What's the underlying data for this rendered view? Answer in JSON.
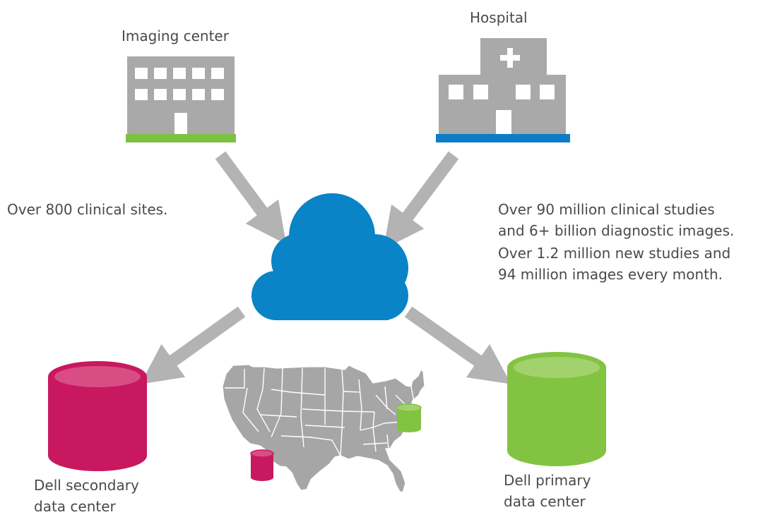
{
  "nodes": {
    "imaging_center": {
      "label": "Imaging center"
    },
    "hospital": {
      "label": "Hospital"
    },
    "secondary_dc": {
      "line1": "Dell secondary",
      "line2": "data center"
    },
    "primary_dc": {
      "line1": "Dell primary",
      "line2": "data center"
    }
  },
  "annotations": {
    "sites": "Over 800 clinical sites.",
    "studies_line1": "Over 90 million clinical studies",
    "studies_line2": "and 6+ billion diagnostic images.",
    "monthly_line1": "Over 1.2 million new studies and",
    "monthly_line2": "94 million images every month."
  },
  "colors": {
    "building_gray": "#a9a9a9",
    "imaging_accent": "#7dc143",
    "hospital_accent": "#0f7cc8",
    "cloud": "#0a84c6",
    "secondary_db": "#c8185f",
    "primary_db": "#82c341",
    "arrow": "#b3b3b3",
    "map_fill": "#a6a6a6"
  },
  "icons": {
    "imaging_center": "office-building-icon",
    "hospital": "hospital-icon",
    "cloud": "cloud-icon",
    "secondary_dc": "database-icon",
    "primary_dc": "database-icon",
    "map": "us-map-icon"
  }
}
